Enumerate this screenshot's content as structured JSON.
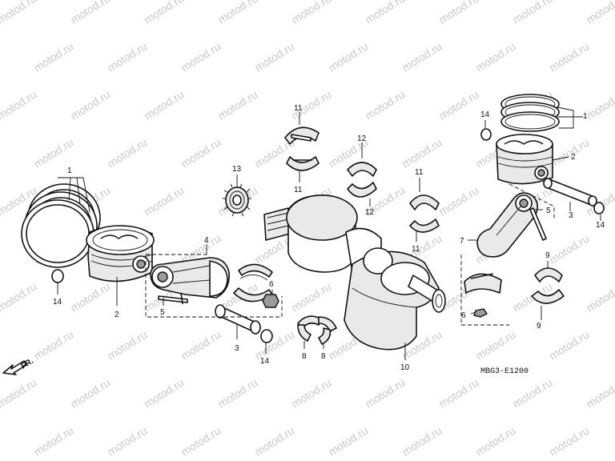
{
  "watermark": {
    "text": "motod.ru"
  },
  "diagram_code": "MBG3-E1200",
  "direction_label": "FR.",
  "callouts": {
    "c1_left": "1",
    "c1_right": "1",
    "c2_left": "2",
    "c2_right": "2",
    "c3_left": "3",
    "c3_right": "3",
    "c4": "4",
    "c5_left": "5",
    "c5_right": "5",
    "c6_left": "6",
    "c6_right": "6",
    "c7": "7",
    "c8_a": "8",
    "c8_b": "8",
    "c9_a": "9",
    "c9_b": "9",
    "c10": "10",
    "c11_a": "11",
    "c11_b": "11",
    "c11_c": "11",
    "c11_d": "11",
    "c12_a": "12",
    "c12_b": "12",
    "c13": "13",
    "c14_a": "14",
    "c14_b": "14",
    "c14_c": "14",
    "c14_d": "14"
  }
}
